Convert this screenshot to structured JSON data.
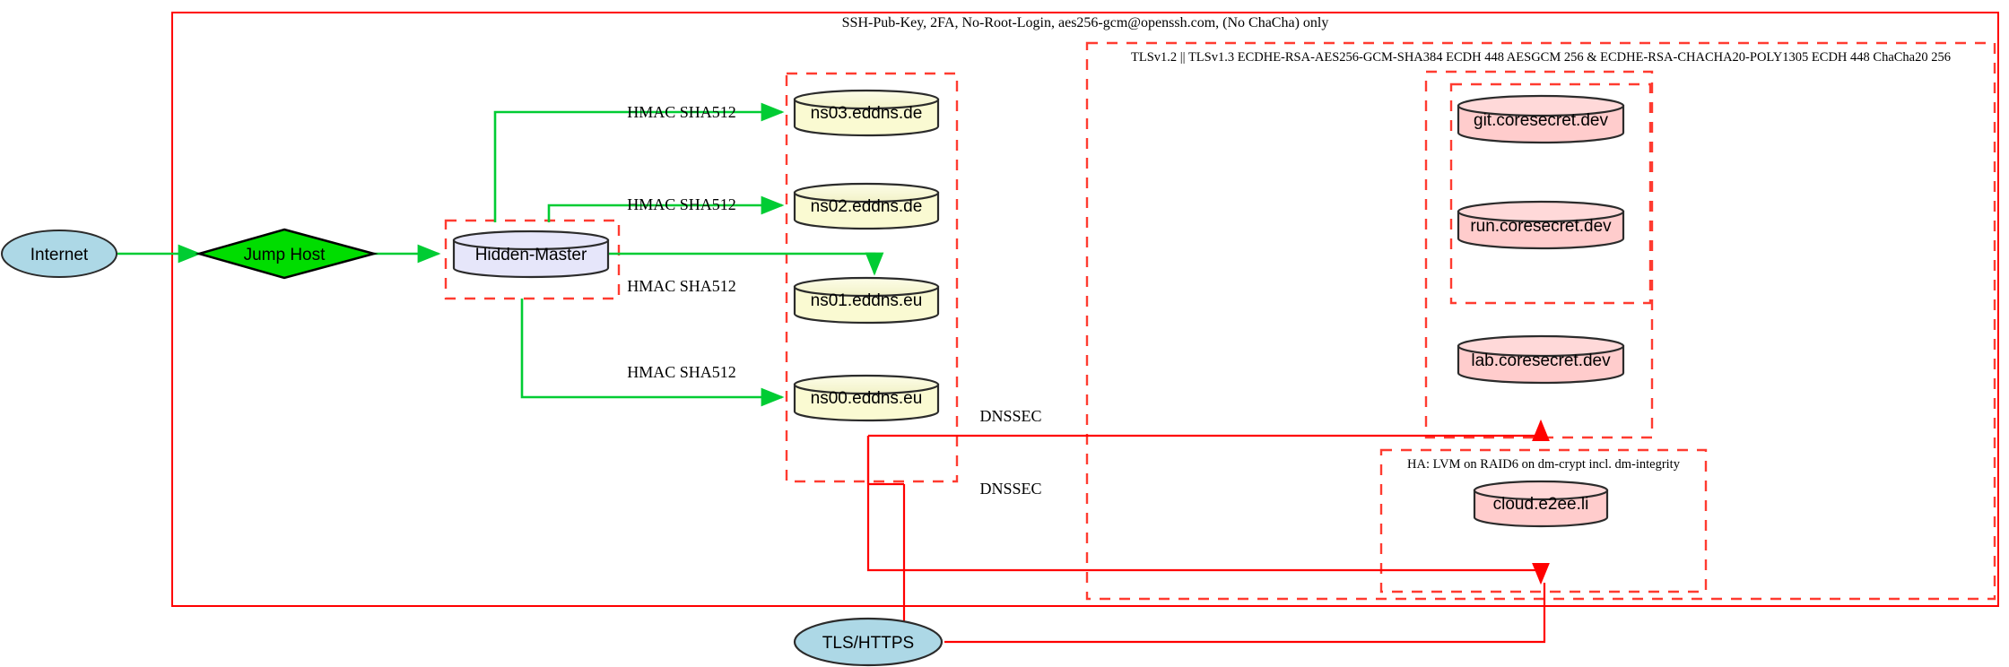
{
  "diagram": {
    "title_note": "SSH-Pub-Key, 2FA, No-Root-Login, aes256-gcm@openssh.com, (No ChaCha) only",
    "tls_note": "TLSv1.2 || TLSv1.3 ECDHE-RSA-AES256-GCM-SHA384 ECDH 448 AESGCM 256 & ECDHE-RSA-CHACHA20-POLY1305 ECDH 448 ChaCha20 256",
    "ha_note": "HA: LVM on RAID6 on dm-crypt incl. dm-integrity",
    "colors": {
      "boundary_red": "#ff0000",
      "dashed_red": "#ff3b30",
      "green_edge": "#00cc33",
      "ellipse_fill": "#add8e6",
      "diamond_fill": "#00dd00",
      "master_fill": "#e6e6fa",
      "dns_fill": "#fafad2",
      "secret_fill": "#ffcccc",
      "stroke": "#2b2b2b"
    },
    "nodes": {
      "internet": "Internet",
      "jump_host": "Jump Host",
      "hidden_master": "Hidden-Master",
      "ns03": "ns03.eddns.de",
      "ns02": "ns02.eddns.de",
      "ns01": "ns01.eddns.eu",
      "ns00": "ns00.eddns.eu",
      "git": "git.coresecret.dev",
      "run": "run.coresecret.dev",
      "lab": "lab.coresecret.dev",
      "cloud": "cloud.e2ee.li",
      "tls_https": "TLS/HTTPS"
    },
    "edge_labels": {
      "hmac_ns03": "HMAC SHA512",
      "hmac_ns02": "HMAC SHA512",
      "hmac_ns01": "HMAC SHA512",
      "hmac_ns00": "HMAC SHA512",
      "dnssec_upper": "DNSSEC",
      "dnssec_lower": "DNSSEC"
    }
  }
}
